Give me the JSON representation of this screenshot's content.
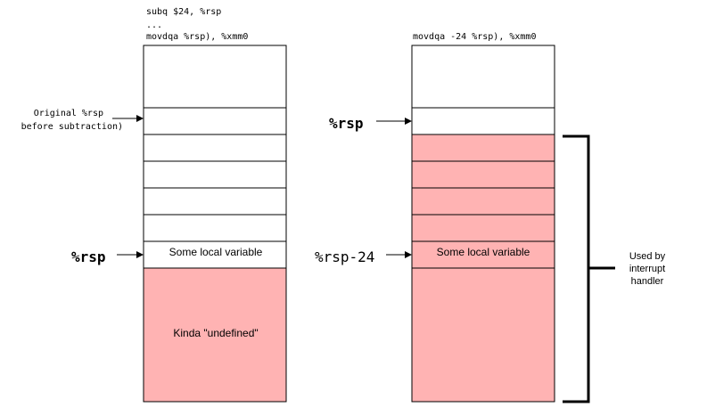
{
  "left_stack": {
    "code_lines": [
      "subq $24, %rsp",
      "...",
      "movdqa  %rsp), %xmm0"
    ],
    "original_rsp_label": [
      "Original %rsp",
      "before subtraction)"
    ],
    "rsp_label": "%rsp",
    "local_variable": "Some local variable",
    "undefined_region": "Kinda \"undefined\""
  },
  "right_stack": {
    "code_line": "movdqa -24 %rsp), %xmm0",
    "rsp_label": "%rsp",
    "rsp_minus_label": "%rsp-24",
    "local_variable": "Some local variable",
    "bracket_label": [
      "Used by",
      "interrupt",
      "handler"
    ]
  },
  "colors": {
    "highlight": "#ffb3b3",
    "line": "#000000",
    "background": "#ffffff"
  }
}
